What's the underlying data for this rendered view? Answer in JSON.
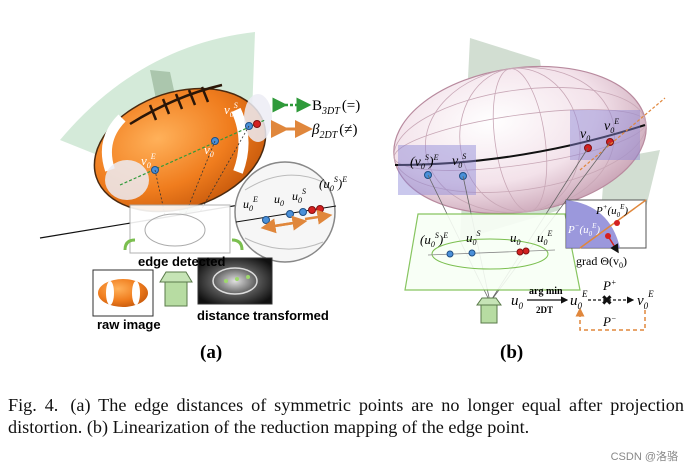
{
  "panel_a": {
    "legend_symmetric_sym": "B",
    "legend_symmetric_sub": "3DT",
    "legend_symmetric_rel": "(=)",
    "legend_asymmetric_sym": "β",
    "legend_asymmetric_sub": "2DT",
    "legend_asymmetric_rel": "(≠)",
    "pt_v0E": "v",
    "pt_v0S": "v",
    "pt_v0": "v",
    "pt_u0E": "u",
    "pt_u0": "u",
    "pt_u0S": "u",
    "pt_u0S_E": "(u",
    "sub_0": "0",
    "sup_E": "E",
    "sup_S": "S",
    "paren_close": ")",
    "label_edge_detected": "edge detected",
    "label_raw_image": "raw image",
    "label_distance": "distance",
    "label_transformed": "transformed",
    "panel_label": "(a)"
  },
  "panel_b": {
    "pt_v0S_E": "(v",
    "pt_v0S": "v",
    "pt_v0": "v",
    "pt_v0E": "v",
    "pt_u0S_E": "(u",
    "pt_u0S": "u",
    "pt_u0": "u",
    "pt_u0E": "u",
    "inset_P_plus": "P",
    "inset_P_minus": "P",
    "inset_grad": "grad Θ(v",
    "formula_u0": "u",
    "formula_argmin": "arg min",
    "formula_2dt": "2DT",
    "formula_u0E": "u",
    "formula_v0E": "v",
    "formula_P_plus": "P",
    "formula_P_minus": "P",
    "panel_label": "(b)"
  },
  "caption": {
    "fig_number": "Fig. 4.",
    "text": "(a) The edge distances of symmetric points are no longer equal after projection distortion. (b) Linearization of the reduction mapping of the edge point."
  },
  "watermark": "CSDN @洛骆",
  "colors": {
    "ball_orange": "#f07d1e",
    "ball_white": "#f4f4f8",
    "green_marker": "#2f9a3a",
    "orange_marker": "#e0873c",
    "blue_point": "#4a90d9",
    "red_point": "#d42020",
    "purple_region": "#8a86d6",
    "grey_cone": "#7f8f7f"
  }
}
